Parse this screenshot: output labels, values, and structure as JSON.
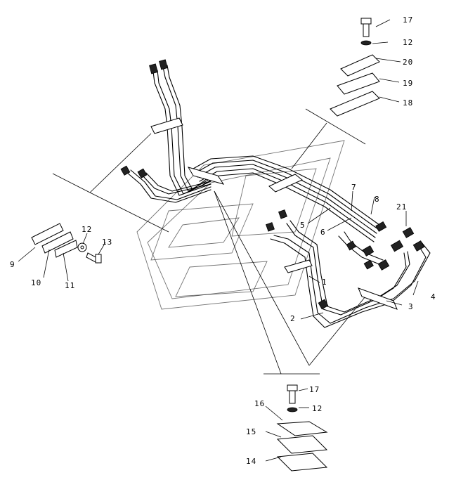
{
  "diagram": {
    "callouts": [
      {
        "id": "c1",
        "text": "1"
      },
      {
        "id": "c2",
        "text": "2"
      },
      {
        "id": "c3",
        "text": "3"
      },
      {
        "id": "c4",
        "text": "4"
      },
      {
        "id": "c5",
        "text": "5"
      },
      {
        "id": "c6",
        "text": "6"
      },
      {
        "id": "c7",
        "text": "7"
      },
      {
        "id": "c8",
        "text": "8"
      },
      {
        "id": "c9",
        "text": "9"
      },
      {
        "id": "c10",
        "text": "10"
      },
      {
        "id": "c11",
        "text": "11"
      },
      {
        "id": "c12a",
        "text": "12"
      },
      {
        "id": "c13",
        "text": "13"
      },
      {
        "id": "c12b",
        "text": "12"
      },
      {
        "id": "c17a",
        "text": "17"
      },
      {
        "id": "c20",
        "text": "20"
      },
      {
        "id": "c19",
        "text": "19"
      },
      {
        "id": "c18",
        "text": "18"
      },
      {
        "id": "c21",
        "text": "21"
      },
      {
        "id": "c17b",
        "text": "17"
      },
      {
        "id": "c12c",
        "text": "12"
      },
      {
        "id": "c16",
        "text": "16"
      },
      {
        "id": "c15",
        "text": "15"
      },
      {
        "id": "c14",
        "text": "14"
      }
    ]
  }
}
